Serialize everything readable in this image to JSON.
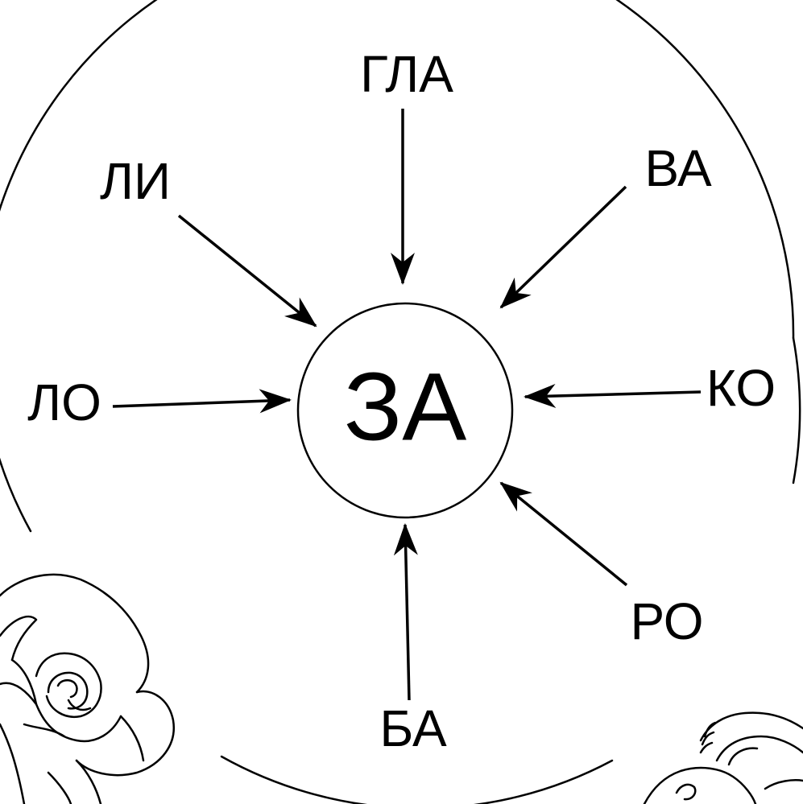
{
  "center": {
    "label": "ЗА"
  },
  "syllables": {
    "top": "ГЛА",
    "top_right": "ВА",
    "right": "КО",
    "bottom_right": "РО",
    "bottom": "БА",
    "left": "ЛО",
    "top_left": "ЛИ"
  },
  "decorations": [
    "rose-drawing",
    "goat-drawing"
  ]
}
